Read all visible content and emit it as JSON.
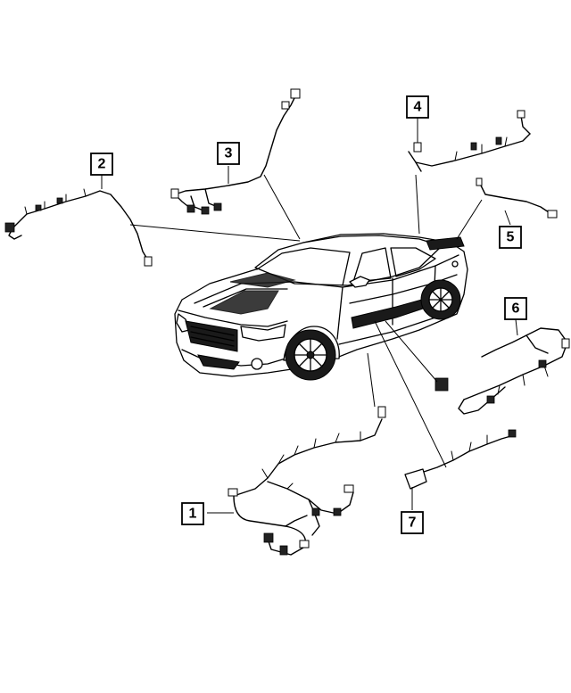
{
  "callouts": [
    {
      "label": "1"
    },
    {
      "label": "2"
    },
    {
      "label": "3"
    },
    {
      "label": "4"
    },
    {
      "label": "5"
    },
    {
      "label": "6"
    },
    {
      "label": "7"
    }
  ],
  "colors": {
    "line": "#000000",
    "background": "#ffffff"
  }
}
